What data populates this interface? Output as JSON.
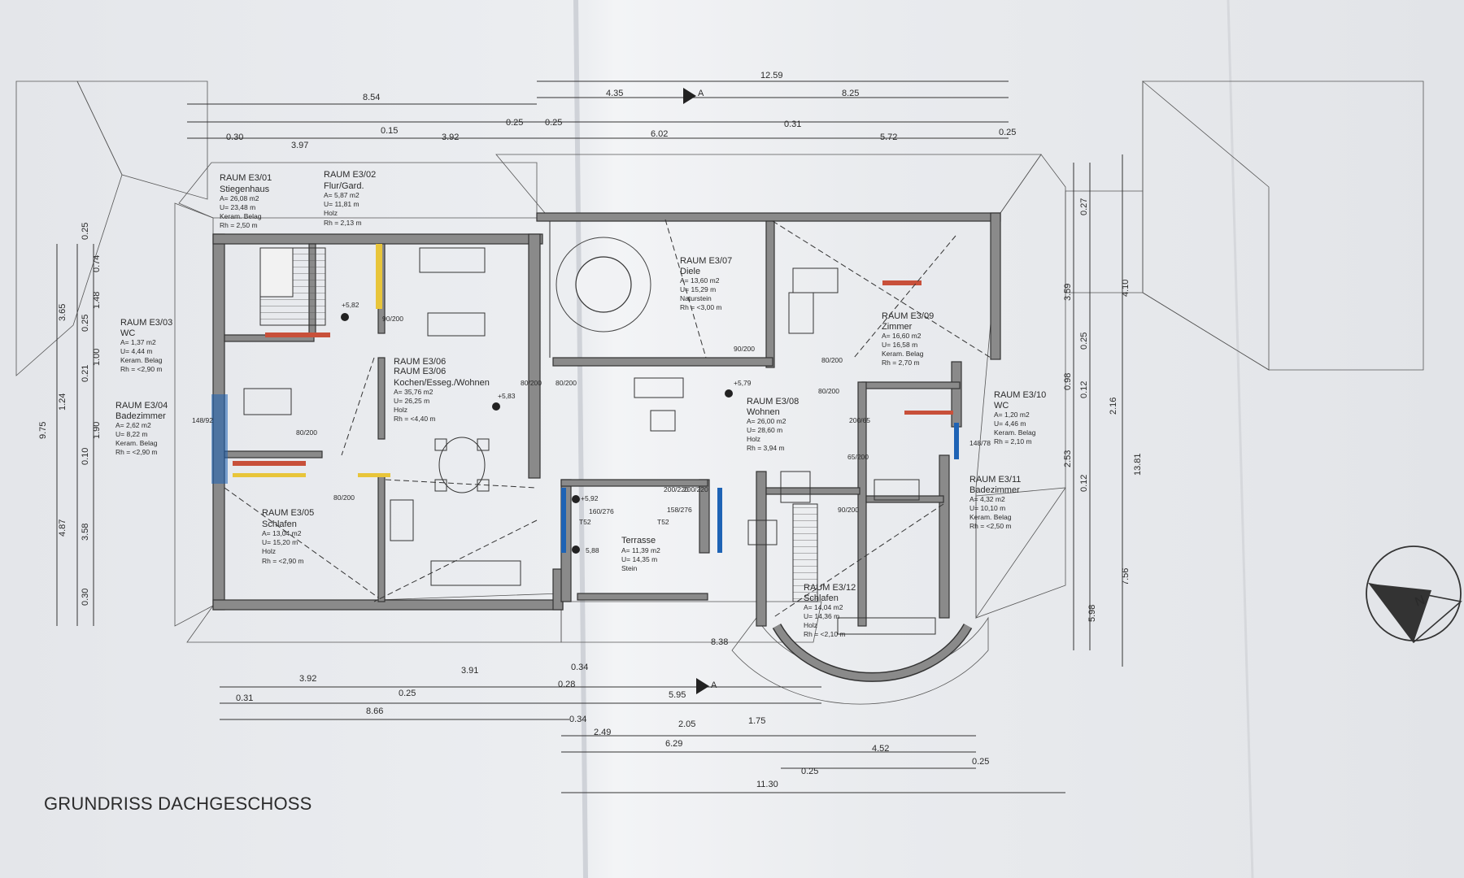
{
  "title": "GRUNDRISS DACHGESCHOSS",
  "rooms": [
    {
      "id": "RAUM E3/01",
      "name": "Stiegenhaus",
      "area": "A= 26,08 m2",
      "perim": "U= 23,48 m",
      "floor": "Keram. Belag",
      "height": "Rh = 2,50 m"
    },
    {
      "id": "RAUM E3/02",
      "name": "Flur/Gard.",
      "area": "A= 5,87 m2",
      "perim": "U= 11,81 m",
      "floor": "Holz",
      "height": "Rh = 2,13 m"
    },
    {
      "id": "RAUM E3/03",
      "name": "WC",
      "area": "A= 1,37 m2",
      "perim": "U= 4,44 m",
      "floor": "Keram. Belag",
      "height": "Rh = <2,90 m"
    },
    {
      "id": "RAUM E3/04",
      "name": "Badezimmer",
      "area": "A= 2,62 m2",
      "perim": "U= 8,22 m",
      "floor": "Keram. Belag",
      "height": "Rh = <2,90 m"
    },
    {
      "id": "RAUM E3/05",
      "name": "Schlafen",
      "area": "A= 13,04 m2",
      "perim": "U= 15,20 m",
      "floor": "Holz",
      "height": "Rh = <2,90 m"
    },
    {
      "id": "RAUM E3/06",
      "name": "Kochen/Esseg./Wohnen",
      "area": "A= 35,76 m2",
      "perim": "U= 26,25 m",
      "floor": "Holz",
      "height": "Rh = <4,40 m"
    },
    {
      "id": "RAUM E3/07",
      "name": "Diele",
      "area": "A= 13,60 m2",
      "perim": "U= 15,29 m",
      "floor": "Naturstein",
      "height": "Rh = <3,00 m"
    },
    {
      "id": "RAUM E3/08",
      "name": "Wohnen",
      "area": "A= 26,00 m2",
      "perim": "U= 28,60 m",
      "floor": "Holz",
      "height": "Rh = 3,94 m"
    },
    {
      "id": "RAUM E3/09",
      "name": "Zimmer",
      "area": "A= 16,60 m2",
      "perim": "U= 16,58 m",
      "floor": "Keram. Belag",
      "height": "Rh = 2,70 m"
    },
    {
      "id": "RAUM E3/10",
      "name": "WC",
      "area": "A= 1,20 m2",
      "perim": "U= 4,46 m",
      "floor": "Keram. Belag",
      "height": "Rh = 2,10 m"
    },
    {
      "id": "RAUM E3/11",
      "name": "Badezimmer",
      "area": "A= 4,32 m2",
      "perim": "U= 10,10 m",
      "floor": "Keram. Belag",
      "height": "Rh = <2,50 m"
    },
    {
      "id": "RAUM E3/12",
      "name": "Schlafen",
      "area": "A= 14,04 m2",
      "perim": "U= 14,36 m",
      "floor": "Holz",
      "height": "Rh = <2,10 m"
    }
  ],
  "terrace": {
    "name": "Terrasse",
    "area": "A= 11,39 m2",
    "perim": "U= 14,35 m",
    "floor": "Stein"
  },
  "top_dims": {
    "overall_right": "12.59",
    "left_total": "8.54",
    "row_a": [
      "4.35",
      "8.25"
    ],
    "row_b": [
      "0.30",
      "3.97",
      "0.15",
      "3.92",
      "0.25",
      "0.25",
      "6.02",
      "0.31",
      "5.72",
      "0.25"
    ]
  },
  "bottom_dims": {
    "row_a": [
      "3.92",
      "3.91",
      "0.34",
      "8.38"
    ],
    "row_b": [
      "0.31",
      "0.25",
      "0.28",
      "5.95"
    ],
    "row_c": [
      "8.66",
      "0.34"
    ],
    "row_d": [
      "2.49",
      "2.05",
      "1.75"
    ],
    "row_e": [
      "6.29",
      "4.52"
    ],
    "row_f": [
      "0.25",
      "0.25"
    ],
    "row_g": [
      "11.30"
    ]
  },
  "left_dims": [
    "9.75",
    "3.65",
    "0.25",
    "0.74",
    "1.48",
    "0.25",
    "1.00",
    "0.21",
    "1.24",
    "1.90",
    "0.10",
    "4.87",
    "3.58",
    "0.30"
  ],
  "right_dims": [
    "13.81",
    "4.10",
    "2.16",
    "7.56",
    "5.98",
    "3.59",
    "0.27",
    "0.25",
    "0.98",
    "0.12",
    "2.53",
    "0.12"
  ],
  "levels": [
    "+5,82",
    "+5,83",
    "+5,79",
    "+5,92",
    "5,88",
    "RAUM E3/06"
  ],
  "door_labels": [
    "90/200",
    "80/200",
    "80/200",
    "80/200",
    "80/200",
    "90/200",
    "80/200",
    "90/200",
    "200/65",
    "65/200",
    "80/200",
    "148/92",
    "148/78",
    "160/276",
    "158/276",
    "200/220",
    "200/220"
  ],
  "window_labels": [
    "T52",
    "T52"
  ],
  "section_marks": [
    "A",
    "A"
  ],
  "compass": "N"
}
